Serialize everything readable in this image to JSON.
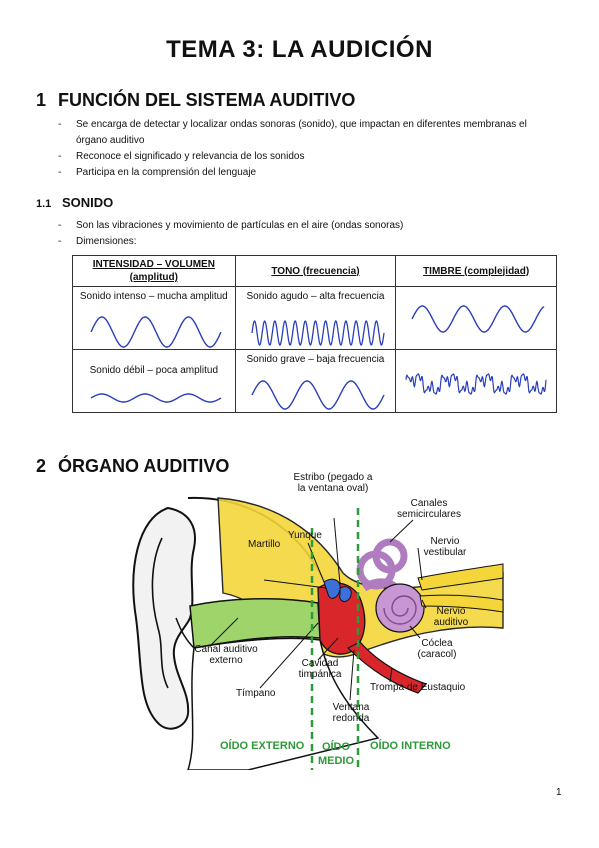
{
  "doc": {
    "title": "TEMA 3: LA AUDICIÓN",
    "page_number": "1"
  },
  "section1": {
    "number": "1",
    "title": "FUNCIÓN DEL SISTEMA AUDITIVO",
    "bullets": [
      "Se encarga de detectar y localizar ondas sonoras (sonido), que impactan en diferentes membranas el órgano auditivo",
      "Reconoce el significado y relevancia de los sonidos",
      "Participa en la comprensión del lenguaje"
    ]
  },
  "section11": {
    "number": "1.1",
    "title": "SONIDO",
    "bullets": [
      "Son las vibraciones y movimiento de partículas en el aire (ondas sonoras)",
      "Dimensiones:"
    ]
  },
  "table": {
    "headers": [
      "INTENSIDAD – VOLUMEN (amplitud)",
      "TONO (frecuencia)",
      "TIMBRE (complejidad)"
    ],
    "rows": [
      [
        "Sonido intenso – mucha amplitud",
        "Sonido agudo – alta frecuencia",
        ""
      ],
      [
        "Sonido débil – poca amplitud",
        "Sonido grave – baja frecuencia",
        ""
      ]
    ],
    "wave_color": "#2a3fb8"
  },
  "section2": {
    "number": "2",
    "title": "ÓRGANO AUDITIVO",
    "labels": {
      "estribo": "Estribo (pegado a la ventana oval)",
      "canales": "Canales semicirculares",
      "yunque": "Yunque",
      "martillo": "Martillo",
      "nervio_vestibular": "Nervio vestibular",
      "nervio_auditivo": "Nervio auditivo",
      "coclea": "Cóclea (caracol)",
      "canal": "Canal auditivo externo",
      "cavidad": "Cavidad timpánica",
      "trompa": "Trompa de Eustaquio",
      "timpano": "Tímpano",
      "ventana": "Ventana redonda"
    },
    "zones": {
      "externo": "OÍDO EXTERNO",
      "medio": "OÍDO MEDIO",
      "interno": "OÍDO INTERNO"
    },
    "zone_color": "#2e9a3a"
  }
}
